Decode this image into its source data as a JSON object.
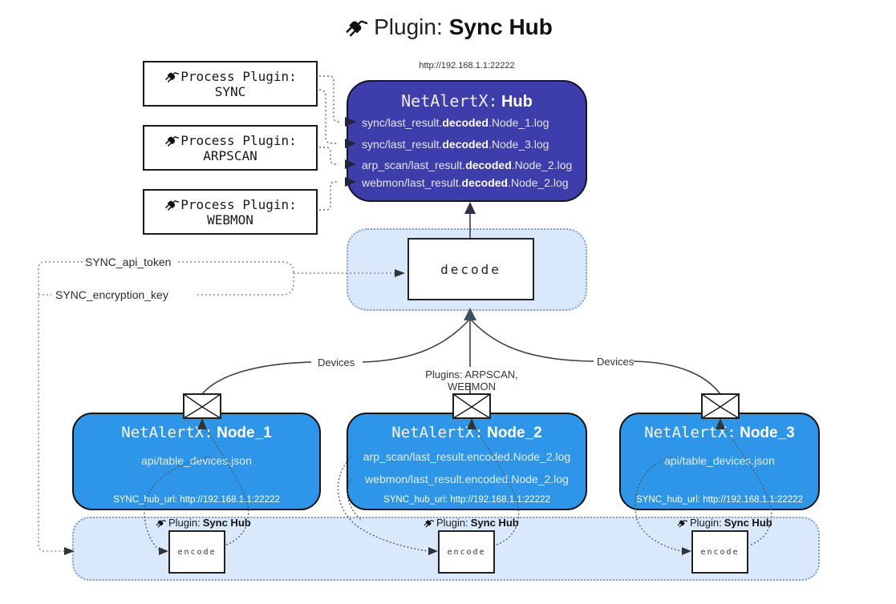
{
  "title": {
    "prefix": "Plugin:",
    "name": "Sync Hub"
  },
  "process_plugins": [
    {
      "label": "Process Plugin:",
      "name": "SYNC"
    },
    {
      "label": "Process Plugin:",
      "name": "ARPSCAN"
    },
    {
      "label": "Process Plugin:",
      "name": "WEBMON"
    }
  ],
  "hub": {
    "url": "http://192.168.1.1:22222",
    "title_prefix": "NetAlertX:",
    "title_name": "Hub",
    "logs": [
      {
        "pre": "sync/last_result.",
        "bold": "decoded",
        "post": ".Node_1.log"
      },
      {
        "pre": "sync/last_result.",
        "bold": "decoded",
        "post": ".Node_3.log"
      },
      {
        "pre": "arp_scan/last_result.",
        "bold": "decoded",
        "post": ".Node_2.log"
      },
      {
        "pre": "webmon/last_result.",
        "bold": "decoded",
        "post": ".Node_2.log"
      }
    ]
  },
  "decode": {
    "label": "decode"
  },
  "settings": {
    "api_token": "SYNC_api_token",
    "encryption_key": "SYNC_encryption_key"
  },
  "edges": {
    "devices_left": "Devices",
    "devices_right": "Devices",
    "plugins_center": "Plugins: ARPSCAN, WEBMON"
  },
  "nodes": [
    {
      "title_prefix": "NetAlertX:",
      "title_name": "Node_1",
      "lines": [
        "api/table_devices.json"
      ],
      "footer": "SYNC_hub_url: http://192.168.1.1:22222"
    },
    {
      "title_prefix": "NetAlertX:",
      "title_name": "Node_2",
      "lines": [
        "arp_scan/last_result.encoded.Node_2.log",
        "webmon/last_result.encoded.Node_2.log"
      ],
      "footer": "SYNC_hub_url: http://192.168.1.1:22222"
    },
    {
      "title_prefix": "NetAlertX:",
      "title_name": "Node_3",
      "lines": [
        "api/table_devices.json"
      ],
      "footer": "SYNC_hub_url: http://192.168.1.1:22222"
    }
  ],
  "encoders": [
    {
      "plugin_prefix": "Plugin:",
      "plugin_name": "Sync Hub",
      "box_label": "encode"
    },
    {
      "plugin_prefix": "Plugin:",
      "plugin_name": "Sync Hub",
      "box_label": "encode"
    },
    {
      "plugin_prefix": "Plugin:",
      "plugin_name": "Sync Hub",
      "box_label": "encode"
    }
  ],
  "colors": {
    "hub_fill": "#3D3DAB",
    "node_fill": "#2E96E8",
    "panel_fill": "#D9E9FB"
  }
}
